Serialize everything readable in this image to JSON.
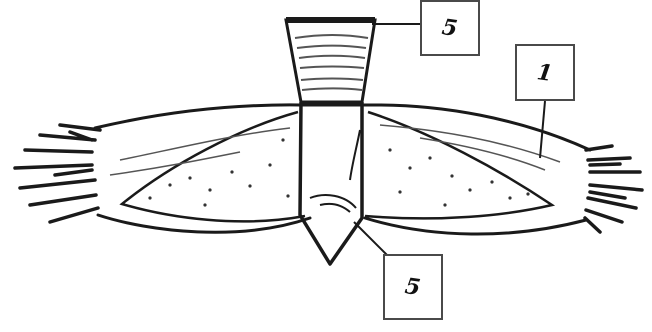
{
  "labels": {
    "top": "5",
    "right": "1",
    "bottom": "5"
  },
  "colors": {
    "stroke": "#1a1a1a",
    "box_border": "#4a4a4a",
    "background": "#ffffff"
  }
}
